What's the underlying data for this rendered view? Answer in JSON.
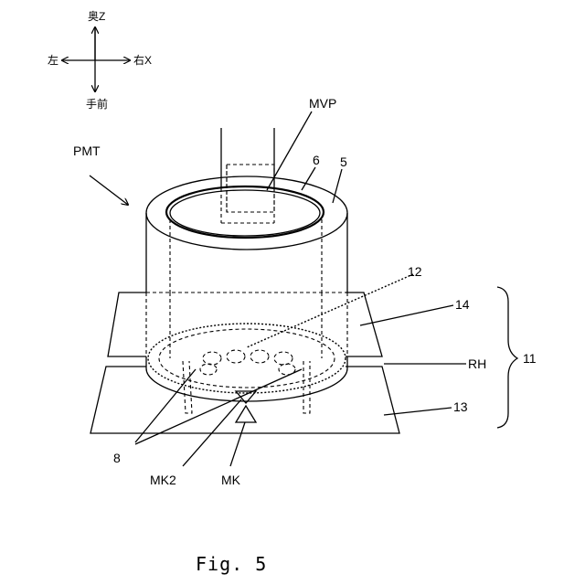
{
  "compass": {
    "up": "奥Z",
    "left": "左",
    "right": "右X",
    "down": "手前"
  },
  "labels": {
    "pmt": "PMT",
    "mvp": "MVP",
    "n6": "6",
    "n5": "5",
    "n12": "12",
    "n14": "14",
    "rh": "RH",
    "n11": "11",
    "n13": "13",
    "n8": "8",
    "mk2": "MK2",
    "mk": "MK"
  },
  "caption": "Fig. 5"
}
